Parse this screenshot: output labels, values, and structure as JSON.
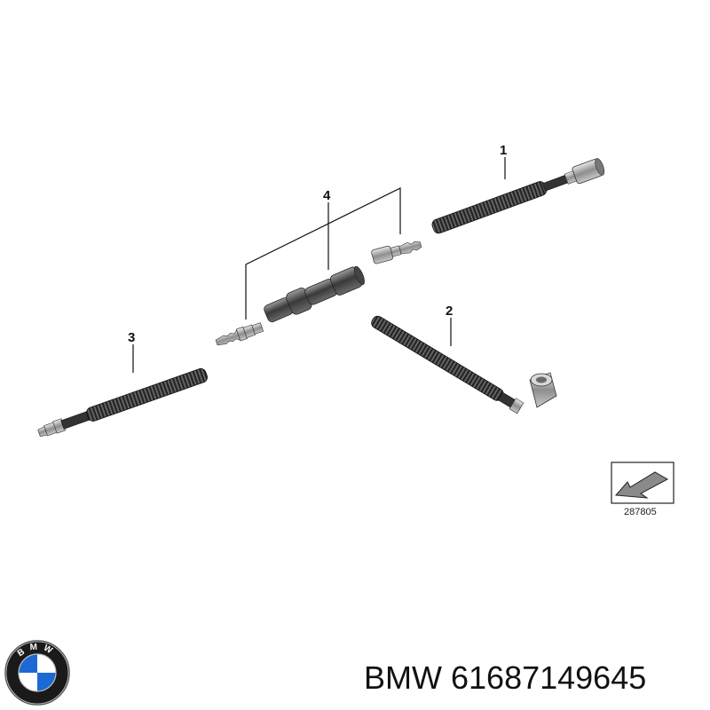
{
  "diagram": {
    "callouts": [
      {
        "id": "1",
        "label": "1"
      },
      {
        "id": "2",
        "label": "2"
      },
      {
        "id": "3",
        "label": "3"
      },
      {
        "id": "4",
        "label": "4"
      }
    ],
    "reference_number": "287805"
  },
  "footer": {
    "brand": "BMW",
    "part_number": "61687149645",
    "logo_letters": "BMW"
  },
  "colors": {
    "hose": "#2a2a2a",
    "metal": "#9a9a9a",
    "connector": "#5a5a5a",
    "logo_blue": "#1c69d4"
  }
}
